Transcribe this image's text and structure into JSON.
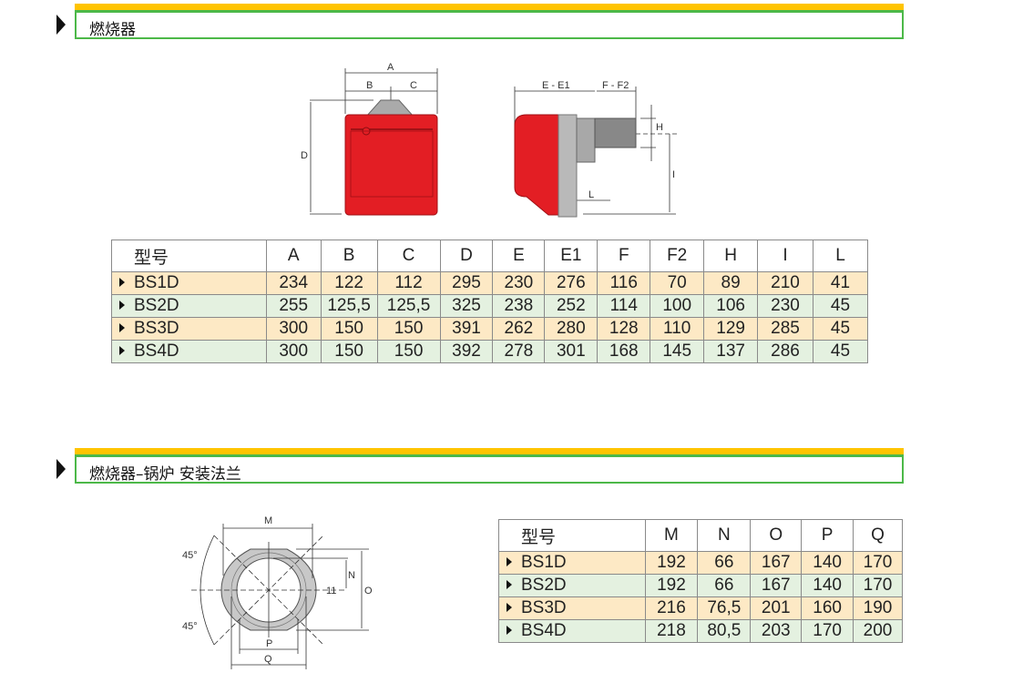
{
  "section1": {
    "title": "燃烧器"
  },
  "section2": {
    "title": "燃烧器–锅炉 安装法兰"
  },
  "diagram1": {
    "labels": {
      "A": "A",
      "B": "B",
      "C": "C",
      "D": "D",
      "E_E1": "E - E1",
      "F_F2": "F - F2",
      "H": "H",
      "I": "I",
      "L": "L"
    }
  },
  "diagram2": {
    "labels": {
      "M": "M",
      "N": "N",
      "O": "O",
      "P": "P",
      "Q": "Q",
      "eleven": "11",
      "angle_top": "45°",
      "angle_bottom": "45°"
    }
  },
  "table1": {
    "headers": [
      "型号",
      "A",
      "B",
      "C",
      "D",
      "E",
      "E1",
      "F",
      "F2",
      "H",
      "I",
      "L"
    ],
    "rows": [
      [
        "BS1D",
        "234",
        "122",
        "112",
        "295",
        "230",
        "276",
        "116",
        "70",
        "89",
        "210",
        "41"
      ],
      [
        "BS2D",
        "255",
        "125,5",
        "125,5",
        "325",
        "238",
        "252",
        "114",
        "100",
        "106",
        "230",
        "45"
      ],
      [
        "BS3D",
        "300",
        "150",
        "150",
        "391",
        "262",
        "280",
        "128",
        "110",
        "129",
        "285",
        "45"
      ],
      [
        "BS4D",
        "300",
        "150",
        "150",
        "392",
        "278",
        "301",
        "168",
        "145",
        "137",
        "286",
        "45"
      ]
    ]
  },
  "table2": {
    "headers": [
      "型号",
      "M",
      "N",
      "O",
      "P",
      "Q"
    ],
    "rows": [
      [
        "BS1D",
        "192",
        "66",
        "167",
        "140",
        "170"
      ],
      [
        "BS2D",
        "192",
        "66",
        "167",
        "140",
        "170"
      ],
      [
        "BS3D",
        "216",
        "76,5",
        "201",
        "160",
        "190"
      ],
      [
        "BS4D",
        "218",
        "80,5",
        "203",
        "170",
        "200"
      ]
    ]
  },
  "colors": {
    "yellow": "#FFC400",
    "green": "#4CB848",
    "row_odd": "#FDE9C5",
    "row_even": "#E4F1E0",
    "burner_red": "#E31E24"
  }
}
